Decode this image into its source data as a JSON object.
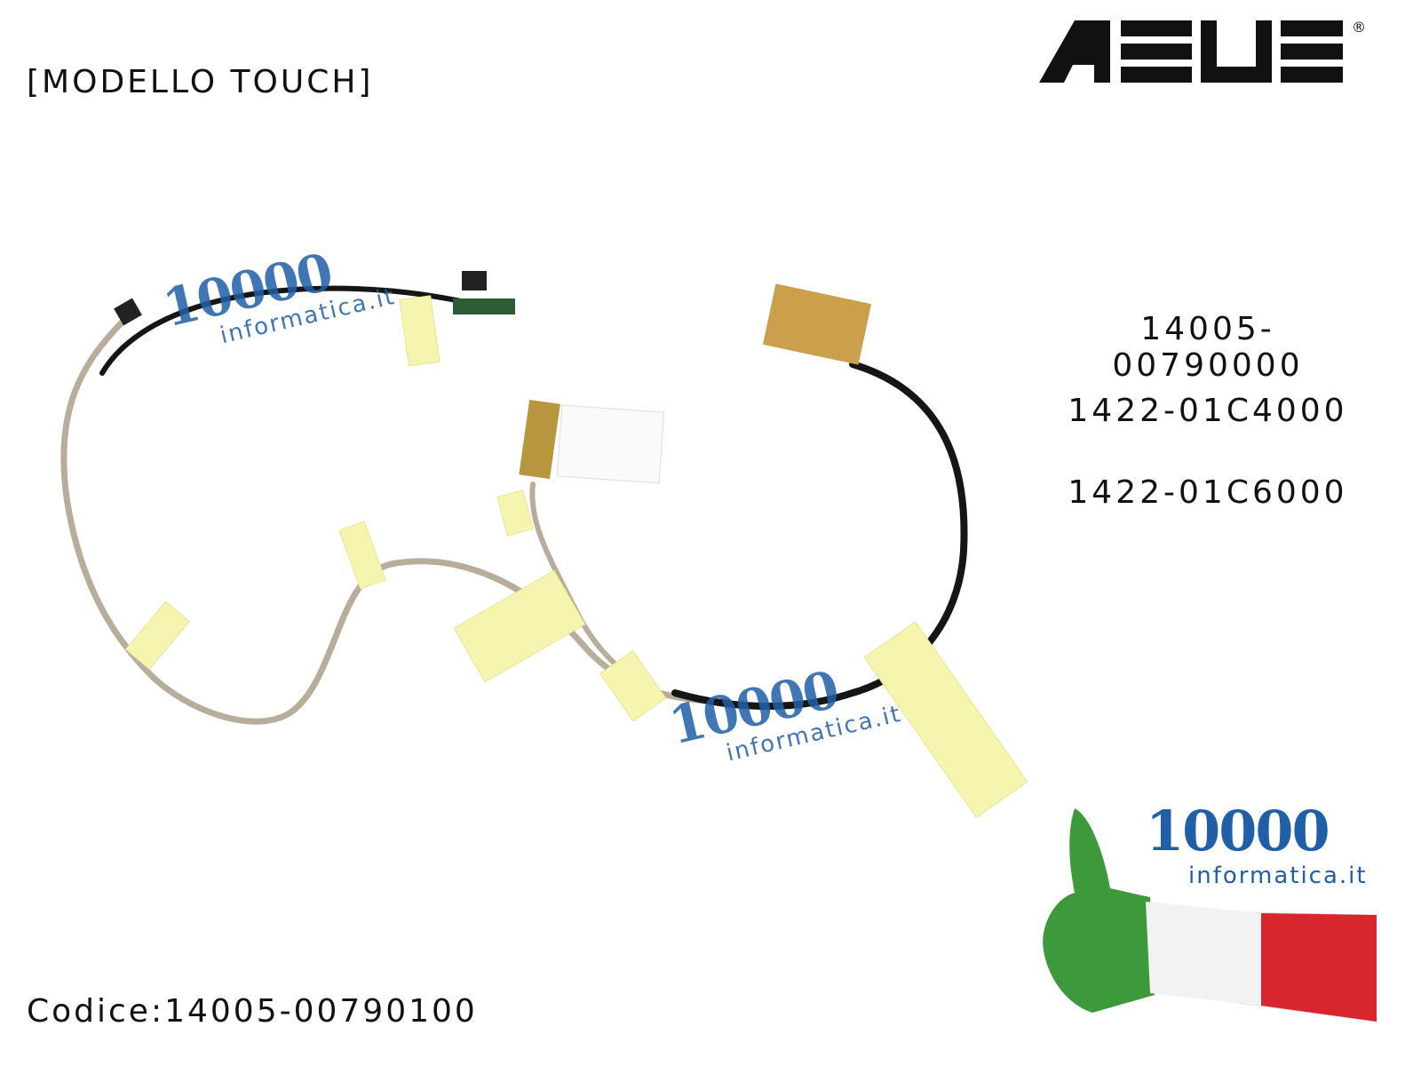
{
  "header": {
    "model_label": "[MODELLO TOUCH]",
    "brand_logo": "ASUS"
  },
  "part_numbers": [
    "14005-00790000",
    "1422-01C4000",
    "1422-01C6000"
  ],
  "footer": {
    "code_label": "Codice:14005-00790100"
  },
  "watermark": {
    "number": "10000",
    "site": "informatica.it"
  },
  "colors": {
    "brand_blue": "#1f5fa8",
    "text": "#111111",
    "tape": "#f6f5b0"
  }
}
